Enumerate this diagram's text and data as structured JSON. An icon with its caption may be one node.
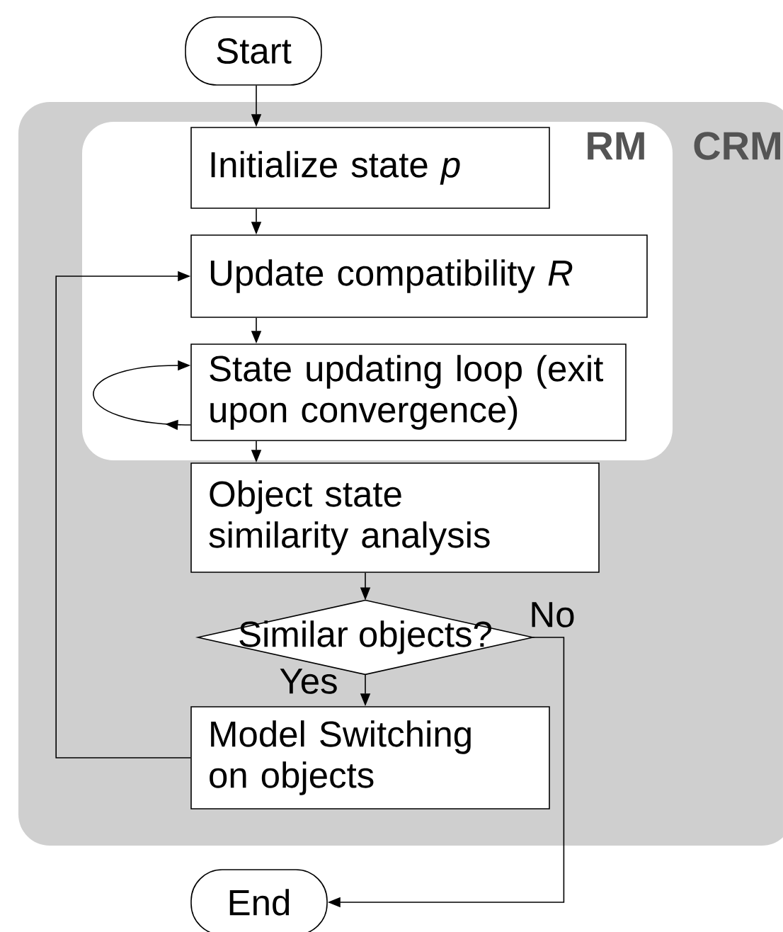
{
  "diagram": {
    "nodes": [
      {
        "text": [
          "Start"
        ]
      },
      {
        "text": [
          "CRM"
        ]
      },
      {
        "text": [
          "RM"
        ],
        "in": 1
      },
      {
        "text": [
          "Initialize state *p*"
        ],
        "in": 2
      },
      {
        "text": [
          "Update compatibility *R*"
        ],
        "in": 2
      },
      {
        "text": [
          "State updating loop (exit upon convergence)"
        ],
        "in": 2
      },
      {
        "text": [
          "Object state similarity analysis"
        ],
        "in": 1
      },
      {
        "text": [
          "Similar objects?"
        ],
        "in": 1
      },
      {
        "text": [
          "Model Switching on objects"
        ],
        "in": 1
      },
      {
        "text": [
          "End"
        ]
      }
    ],
    "edges": [
      {
        "from": 0,
        "to": 3,
        "arrow": "to"
      },
      {
        "from": 3,
        "to": 4,
        "arrow": "to"
      },
      {
        "from": 4,
        "to": 5,
        "arrow": "to"
      },
      {
        "from": 5,
        "to": 5,
        "arrow": "to"
      },
      {
        "from": 5,
        "to": 6,
        "arrow": "to"
      },
      {
        "from": 6,
        "to": 7,
        "arrow": "to"
      },
      {
        "from": 7,
        "to": 8,
        "arrow": "to",
        "label": "Yes"
      },
      {
        "from": 8,
        "to": 4,
        "arrow": "to"
      },
      {
        "from": 7,
        "to": 9,
        "arrow": "to",
        "label": "No"
      }
    ]
  }
}
